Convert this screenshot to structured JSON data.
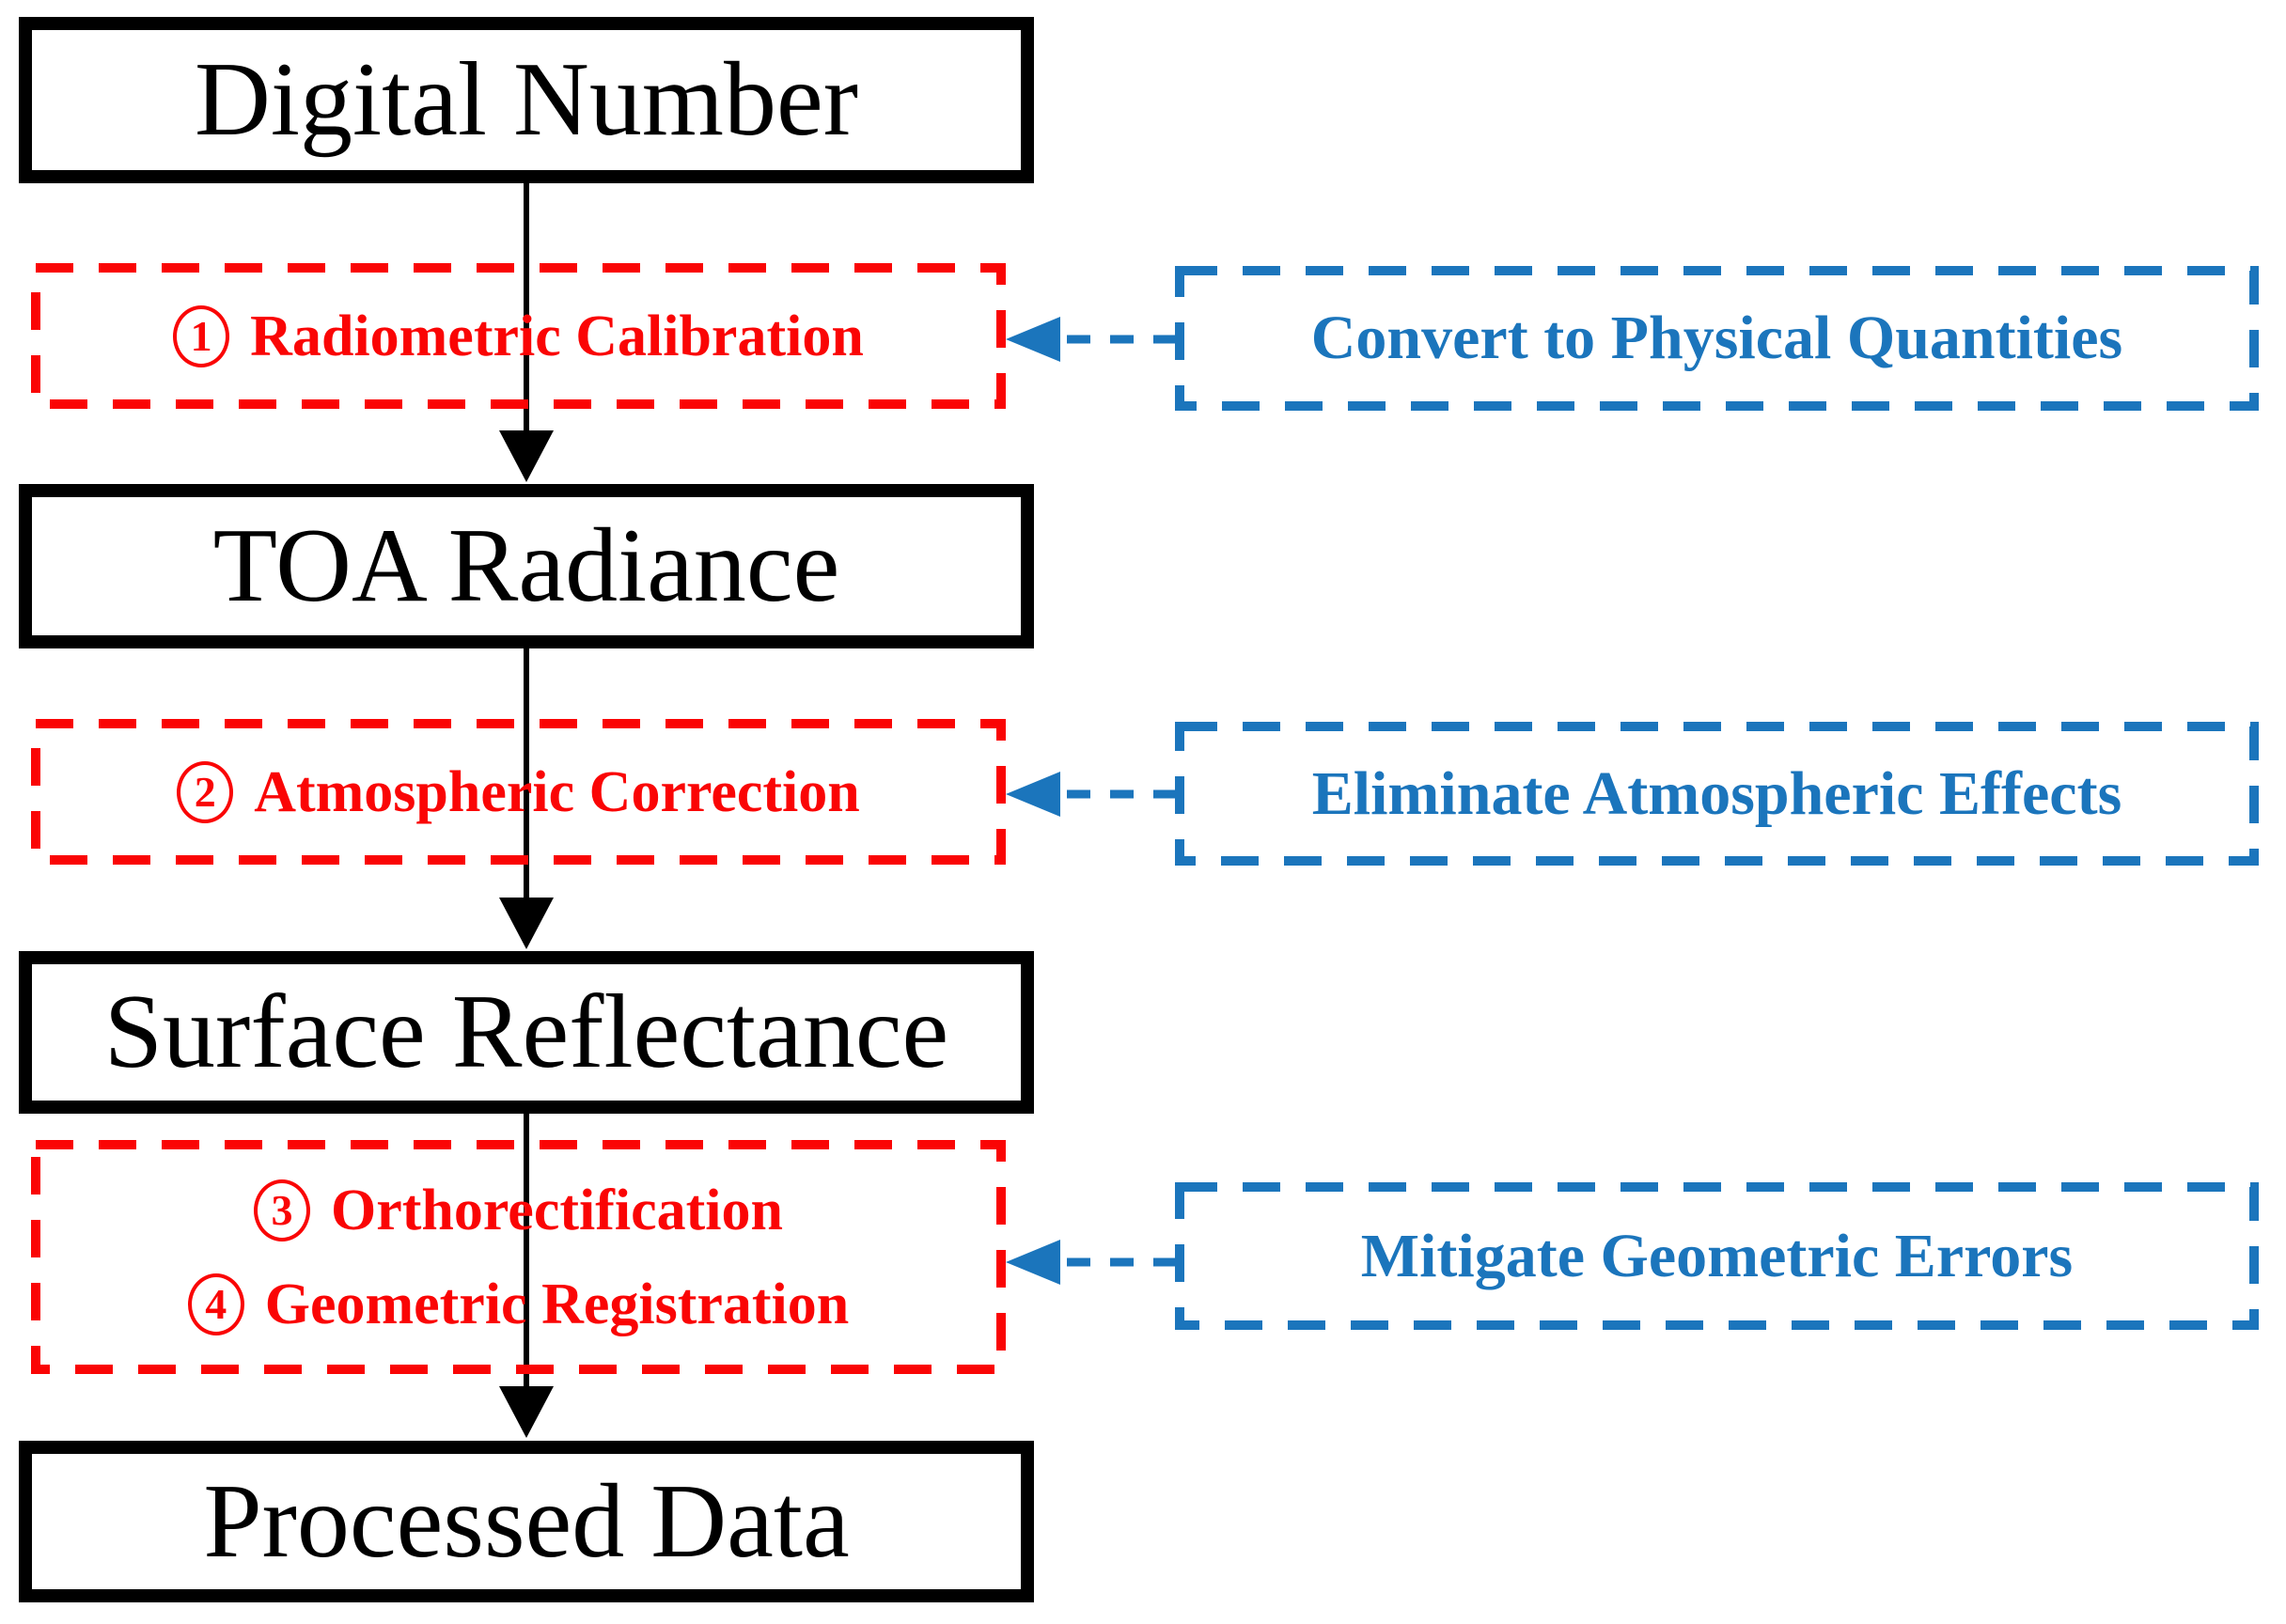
{
  "colors": {
    "flow": "#000000",
    "step_accent": "#FA0505",
    "note_accent": "#1B75BC",
    "background": "#FFFFFF"
  },
  "stages": [
    {
      "label": "Digital Number"
    },
    {
      "label": "TOA Radiance"
    },
    {
      "label": "Surface Reflectance"
    },
    {
      "label": "Processed Data"
    }
  ],
  "steps": [
    {
      "lines": [
        {
          "num": "1",
          "text": "Radiometric Calibration"
        }
      ]
    },
    {
      "lines": [
        {
          "num": "2",
          "text": "Atmospheric Correction"
        }
      ]
    },
    {
      "lines": [
        {
          "num": "3",
          "text": "Orthorectification"
        },
        {
          "num": "4",
          "text": "Geometric Registration"
        }
      ]
    }
  ],
  "notes": [
    {
      "label": "Convert to Physical Quantities"
    },
    {
      "label": "Eliminate Atmospheric Effects"
    },
    {
      "label": "Mitigate Geometric Errors"
    }
  ]
}
